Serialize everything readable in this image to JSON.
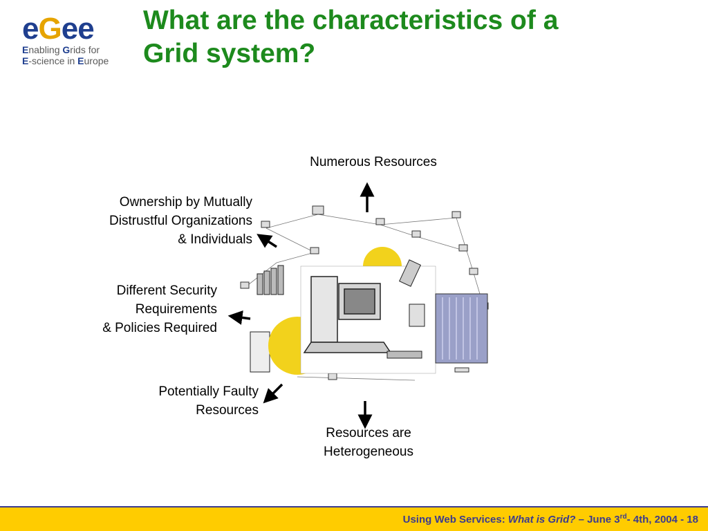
{
  "logo": {
    "wordmark": "egee",
    "line1_cap": "E",
    "line1_rest": "nabling ",
    "line1_cap2": "G",
    "line1_rest2": "rids for",
    "line2_cap": "E",
    "line2_rest": "-science in ",
    "line2_cap2": "E",
    "line2_rest2": "urope"
  },
  "title": {
    "line1": "What are the characteristics of a",
    "line2": "Grid system?"
  },
  "labels": {
    "numerous": "Numerous Resources",
    "ownership": [
      "Ownership by Mutually",
      "Distrustful Organizations",
      "& Individuals"
    ],
    "security": [
      "Different Security",
      "Requirements",
      "& Policies Required"
    ],
    "faulty": [
      "Potentially Faulty",
      "Resources"
    ],
    "heterogeneous": [
      "Resources are",
      "Heterogeneous"
    ]
  },
  "footer": {
    "prefix": "Using Web Services: ",
    "italic": "What is Grid?",
    "middle": " – June 3",
    "sup": "rd",
    "suffix": "- 4th, 2004  -  18"
  },
  "colors": {
    "title": "#1d8a1d",
    "footer_bg": "#ffcc00",
    "footer_text": "#3b3b8f",
    "logo_blue": "#1f3f8f"
  }
}
